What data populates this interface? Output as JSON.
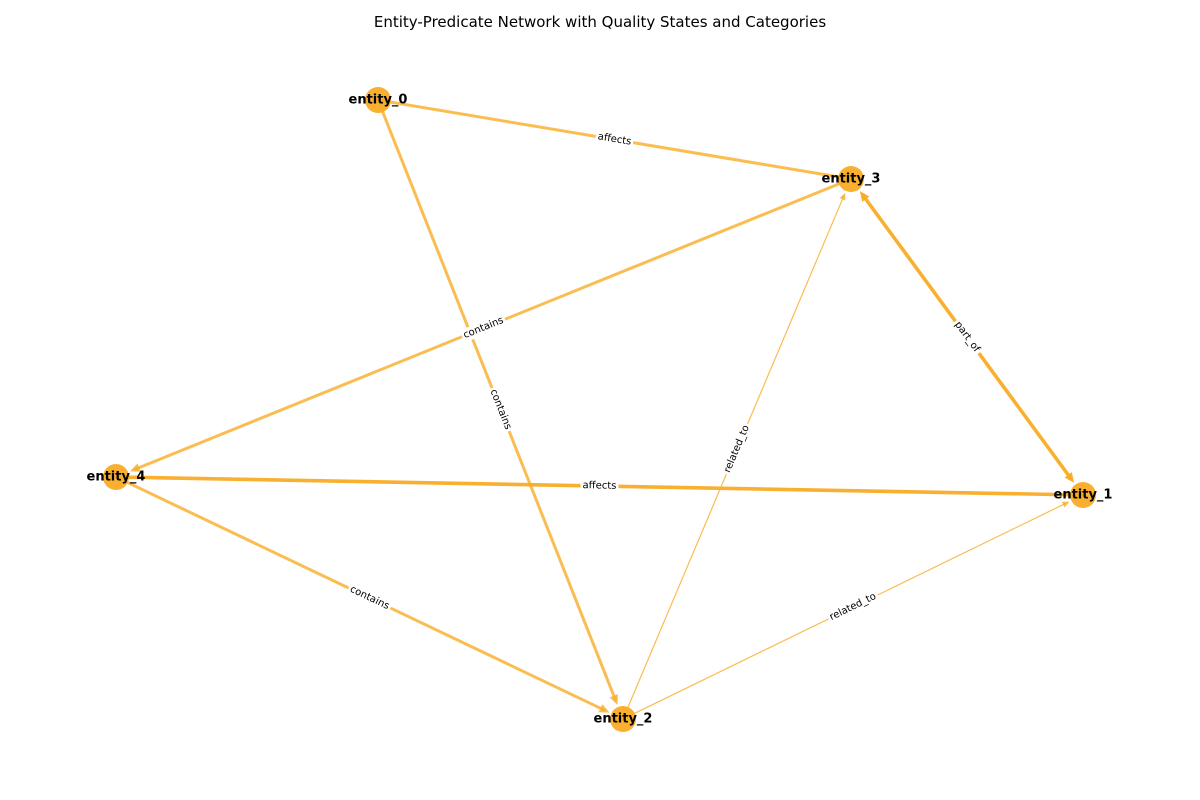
{
  "title": "Entity-Predicate Network with Quality States and Categories",
  "colors": {
    "node": "#f9ac25",
    "edge": "#f9ac25",
    "edge_label_bg": "#ffffff",
    "text": "#000000"
  },
  "nodes": [
    {
      "id": "entity_0",
      "label": "entity_0"
    },
    {
      "id": "entity_1",
      "label": "entity_1"
    },
    {
      "id": "entity_2",
      "label": "entity_2"
    },
    {
      "id": "entity_3",
      "label": "entity_3"
    },
    {
      "id": "entity_4",
      "label": "entity_4"
    }
  ],
  "edges": [
    {
      "source": "entity_0",
      "target": "entity_3",
      "label": "affects",
      "weight": "strong",
      "arrow": false
    },
    {
      "source": "entity_0",
      "target": "entity_2",
      "label": "contains",
      "weight": "strong",
      "arrow": true
    },
    {
      "source": "entity_3",
      "target": "entity_4",
      "label": "contains",
      "weight": "strong",
      "arrow": true
    },
    {
      "source": "entity_3",
      "target": "entity_1",
      "label": "part_of",
      "weight": "strongest",
      "arrow": true,
      "bidirectional": true
    },
    {
      "source": "entity_4",
      "target": "entity_1",
      "label": "affects",
      "weight": "strongest",
      "arrow": false
    },
    {
      "source": "entity_4",
      "target": "entity_2",
      "label": "contains",
      "weight": "strong",
      "arrow": true
    },
    {
      "source": "entity_2",
      "target": "entity_3",
      "label": "related_to",
      "weight": "weak",
      "arrow": true
    },
    {
      "source": "entity_2",
      "target": "entity_1",
      "label": "related_to",
      "weight": "weak",
      "arrow": true
    }
  ]
}
